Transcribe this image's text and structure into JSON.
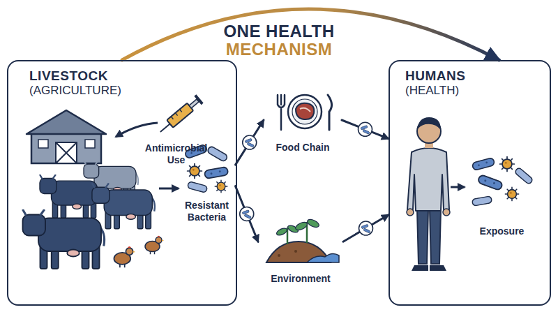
{
  "diagram": {
    "title": "ONE HEALTH",
    "nodes": [
      {
        "text": [
          "LIVESTOCK",
          "(AGRICULTURE)"
        ]
      },
      {
        "text": [
          "Antimicrobial Use"
        ],
        "in": 0
      },
      {
        "text": [
          "Resistant Bacteria"
        ],
        "in": 0
      },
      {
        "text": [
          "Food Chain"
        ]
      },
      {
        "text": [
          "Environment"
        ]
      },
      {
        "text": [
          "HUMANS",
          "(HEALTH)"
        ]
      },
      {
        "text": [
          "Exposure"
        ],
        "in": 5
      }
    ],
    "edges": [
      {
        "from": 0,
        "to": 5,
        "arrow": "to"
      },
      {
        "from": 2,
        "to": 3,
        "arrow": "to"
      },
      {
        "from": 2,
        "to": 4,
        "arrow": "to"
      },
      {
        "from": 3,
        "to": 5,
        "arrow": "to"
      },
      {
        "from": 4,
        "to": 5,
        "arrow": "to"
      }
    ],
    "labels": [
      "MECHANISM"
    ]
  }
}
